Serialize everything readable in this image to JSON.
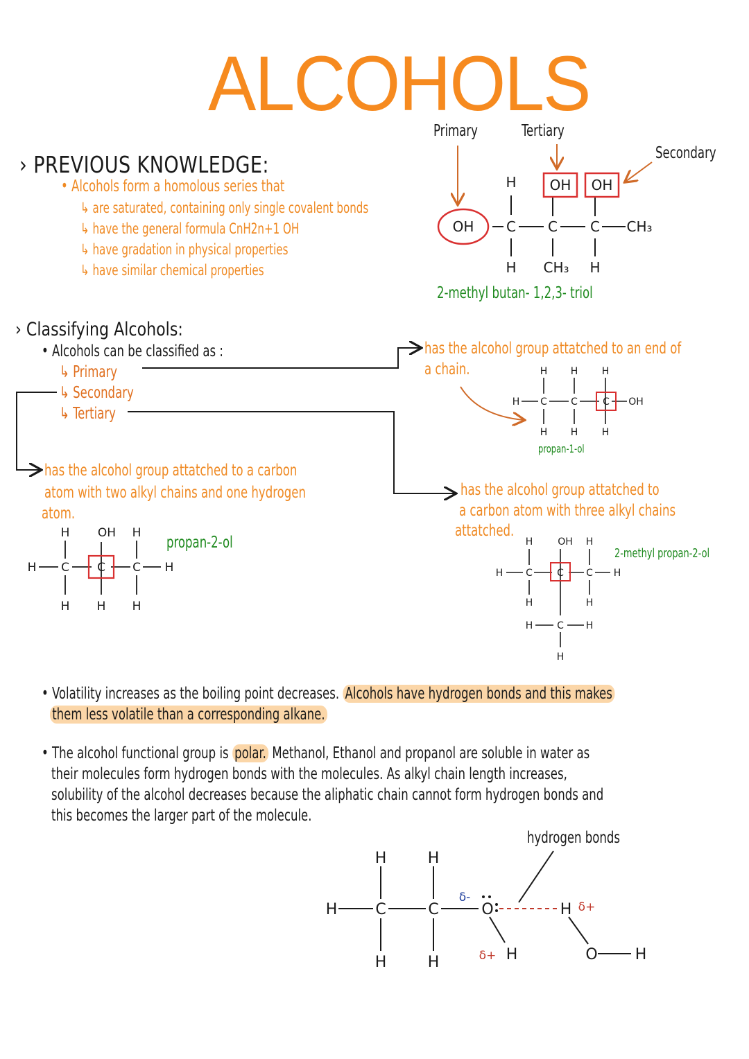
{
  "title": "ALCOHOLS",
  "previous_knowledge": {
    "heading": "PREVIOUS KNOWLEDGE:",
    "intro": "Alcohols form a homolous series that",
    "points": [
      "are saturated, containing only single covalent bonds",
      "have the general formula CnH2n+1 OH",
      "have gradation in physical properties",
      "have similar chemical properties"
    ]
  },
  "example_molecule": {
    "labels": {
      "primary": "Primary",
      "tertiary": "Tertiary",
      "secondary": "Secondary"
    },
    "name": "2-methyl butan- 1,2,3- triol"
  },
  "classifying": {
    "heading": "Classifying Alcohols:",
    "intro": "Alcohols can be classified as :",
    "types": [
      "Primary",
      "Secondary",
      "Tertiary"
    ],
    "primary_desc": [
      "has the alcohol group attatched to an end of",
      "a chain."
    ],
    "primary_example": "propan-1-ol",
    "secondary_desc": [
      "has the alcohol group attatched to a carbon",
      "atom with two alkyl chains and one hydrogen",
      "atom."
    ],
    "secondary_example": "propan-2-ol",
    "tertiary_desc": [
      "has the alcohol group attatched to",
      "a carbon atom with three alkyl chains",
      "attatched."
    ],
    "tertiary_example": "2-methyl propan-2-ol"
  },
  "volatility": {
    "plain": "Volatility increases as the boiling point decreases.",
    "highlight1": "Alcohols have hydrogen bonds and this makes",
    "highlight2": "them less volatile than a corresponding alkane."
  },
  "solubility": {
    "line1_a": "The alcohol functional group is",
    "line1_hl": "polar.",
    "line1_b": "Methanol, Ethanol and propanol are soluble in water as",
    "line2": "their molecules form hydrogen bonds with the molecules. As alkyl chain length increases,",
    "line3": "solubility of the alcohol decreases because the aliphatic chain cannot form hydrogen bonds and",
    "line4": "this becomes the larger part of the molecule."
  },
  "hbond_diagram": {
    "label": "hydrogen bonds",
    "delta_minus": "δ-",
    "delta_plus": "δ+"
  },
  "atoms": {
    "H": "H",
    "C": "C",
    "O": "O",
    "OH": "OH",
    "CH3": "CH₃"
  },
  "colors": {
    "title": "#f68a1f",
    "orange": "#ef8a24",
    "green": "#1f8a1f",
    "box_red": "#d93030",
    "highlight": "#fbd6a8"
  }
}
